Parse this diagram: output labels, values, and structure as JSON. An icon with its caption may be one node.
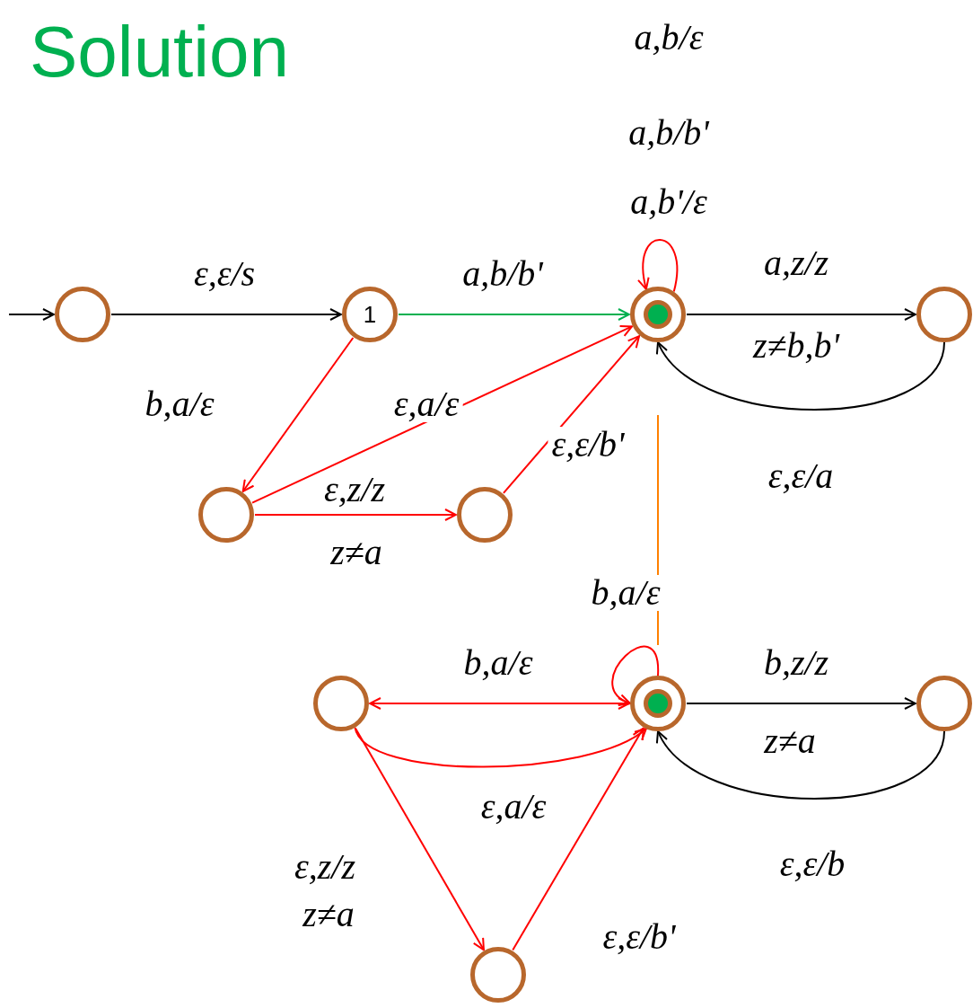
{
  "diagram": {
    "title": "Solution",
    "nodes": [
      {
        "text": [],
        "shape": "circle"
      },
      {
        "text": [
          "1"
        ]
      },
      {
        "text": [],
        "shape": "circle"
      },
      {
        "text": [],
        "shape": "circle"
      },
      {
        "text": [],
        "shape": "circle"
      },
      {
        "text": [],
        "shape": "circle"
      },
      {
        "text": [],
        "shape": "circle"
      },
      {
        "text": [],
        "shape": "circle"
      },
      {
        "text": [],
        "shape": "circle"
      },
      {
        "text": [],
        "shape": "circle"
      }
    ],
    "edges": [
      {
        "from": null,
        "to": 0,
        "arrow": "to",
        "color": "#000000"
      },
      {
        "from": 0,
        "to": 1,
        "arrow": "to",
        "label": "ε,ε/s",
        "color": "#000000"
      },
      {
        "from": 1,
        "to": 2,
        "arrow": "to",
        "label": "a,b/b'",
        "color": "#00b050"
      },
      {
        "from": 2,
        "to": 2,
        "arrow": "to",
        "label": "a,b'/ε"
      },
      {
        "from": 2,
        "to": 3,
        "arrow": "to",
        "label": "a,z/z",
        "color": "#000000"
      },
      {
        "from": 3,
        "to": 2,
        "arrow": "to",
        "label": "ε,ε/a",
        "color": "#000000"
      },
      {
        "from": 1,
        "to": 4,
        "arrow": "to",
        "label": "b,a/ε"
      },
      {
        "from": 4,
        "to": 2,
        "arrow": "to",
        "label": "ε,a/ε"
      },
      {
        "from": 4,
        "to": 5,
        "arrow": "to",
        "label": "ε,z/z"
      },
      {
        "from": 5,
        "to": 2,
        "arrow": "to",
        "label": "ε,ε/b'"
      },
      {
        "from": 7,
        "to": 7,
        "arrow": "to",
        "label": "b,a/ε"
      },
      {
        "from": 6,
        "to": 7,
        "arrow": "both",
        "label": "b,a/ε"
      },
      {
        "from": 6,
        "to": 7,
        "arrow": "to",
        "label": "ε,a/ε"
      },
      {
        "from": 7,
        "to": 8,
        "arrow": "to",
        "label": "b,z/z",
        "color": "#000000"
      },
      {
        "from": 8,
        "to": 7,
        "arrow": "to",
        "label": "ε,ε/b",
        "color": "#000000"
      },
      {
        "from": 6,
        "to": 9,
        "arrow": "to",
        "label": "ε,z/z"
      },
      {
        "from": 9,
        "to": 7,
        "arrow": "to",
        "label": "ε,ε/b'"
      }
    ],
    "labels": [
      "a,b/ε",
      "a,b/b'",
      "z≠b,b'",
      "z≠a",
      "z≠a",
      "z≠a"
    ]
  }
}
